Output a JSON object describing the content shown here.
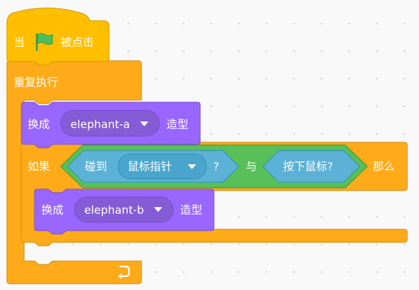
{
  "colors": {
    "control": "#FFAB19",
    "control_border": "#CF8B17",
    "events": "#FFBF00",
    "events_border": "#CC9900",
    "looks": "#9966FF",
    "looks_border": "#774DCB",
    "looks_dropdown": "#855CD6",
    "sensing": "#5CB1D6",
    "sensing_border": "#2E8EB8",
    "operator": "#59C059",
    "operator_border": "#389438",
    "flag": "#4CBF56"
  },
  "hat_block": {
    "prefix": "当",
    "suffix": "被点击",
    "icon": "green-flag-icon"
  },
  "forever_block": {
    "label": "重复执行",
    "loop_icon": "loop-arrow-icon"
  },
  "switch_costume_1": {
    "prefix": "换成",
    "costume": "elephant-a",
    "suffix": "造型"
  },
  "if_block": {
    "if_label": "如果",
    "then_label": "那么"
  },
  "and_operator": {
    "label": "与"
  },
  "touching_block": {
    "prefix": "碰到",
    "target": "鼠标指针",
    "suffix": "?"
  },
  "mouse_down_block": {
    "label": "按下鼠标?"
  },
  "switch_costume_2": {
    "prefix": "换成",
    "costume": "elephant-b",
    "suffix": "造型"
  }
}
